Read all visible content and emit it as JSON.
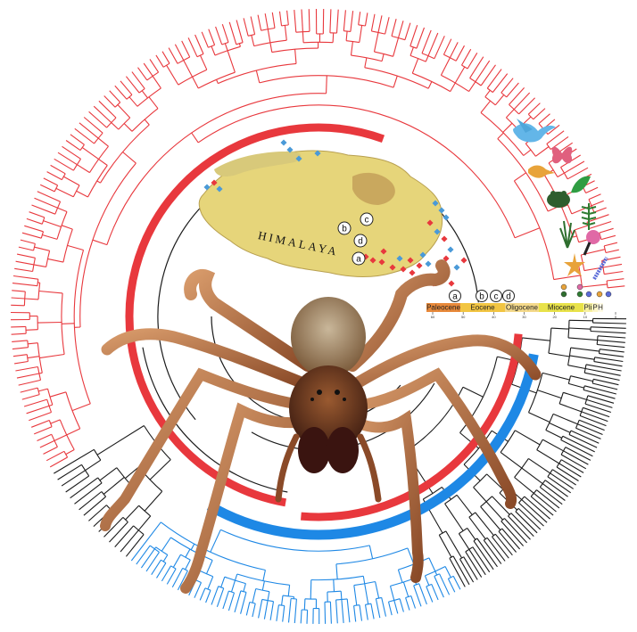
{
  "map": {
    "label": "HIMALAYA",
    "sites": [
      "a",
      "b",
      "c",
      "d"
    ]
  },
  "timescale": {
    "epochs": [
      {
        "name": "Paleocene",
        "color": "#e8893a"
      },
      {
        "name": "Eocene",
        "color": "#f2c542"
      },
      {
        "name": "Oligocene",
        "color": "#f4d98a"
      },
      {
        "name": "Miocene",
        "color": "#e8e24a"
      },
      {
        "name": "Pli",
        "color": "#f7f0a0"
      },
      {
        "name": "P",
        "color": "#fdf6c9"
      },
      {
        "name": "H",
        "color": "#fffbe5"
      }
    ],
    "event_markers": [
      "a",
      "b",
      "c",
      "d"
    ],
    "ticks": [
      "60",
      "50",
      "40",
      "30",
      "20",
      "10",
      "0"
    ]
  },
  "colors": {
    "clade_red": "#e8383d",
    "clade_blue": "#1e88e5",
    "branch_black": "#1a1a1a",
    "plateau": "#e6d57a",
    "lowland": "#c9a85e",
    "bird_icon": "#63b6e8",
    "butterfly_icon": "#e0607e",
    "lizard_icon": "#e8a33a",
    "frog_icon": "#2e5e2e",
    "leaf_icon": "#2f7d32",
    "flower_icon": "#d14b8f"
  },
  "icons": [
    "bird-icon",
    "butterfly-icon",
    "lizard-icon",
    "leaf-icon",
    "frog-icon",
    "fern-icon",
    "grass-icon",
    "flower-icon",
    "starfish-flower-icon",
    "lavender-icon"
  ]
}
